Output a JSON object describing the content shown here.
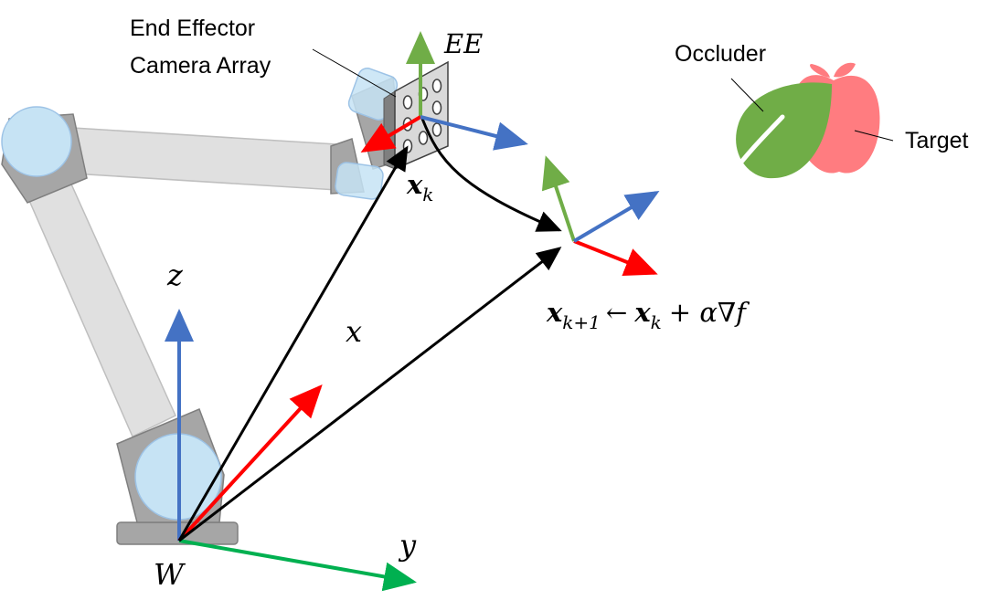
{
  "labels": {
    "end_effector_line1": "End Effector",
    "end_effector_line2": "Camera Array",
    "ee_frame": "EE",
    "occluder": "Occluder",
    "target": "Target",
    "z_axis": "z",
    "y_axis": "y",
    "x_axis": "x",
    "world_frame": "W",
    "x_k_base": "x",
    "x_k_sub": "k",
    "update_x1": "x",
    "update_sub1": "k+1",
    "update_arrow": "←",
    "update_x2": "x",
    "update_sub2": "k",
    "update_tail": "+ α∇f"
  },
  "colors": {
    "x_axis": "#ff0000",
    "y_axis": "#00b050",
    "z_axis": "#4472c4",
    "ee_z_axis": "#70ad47",
    "vector": "#000000",
    "robot_gray": "#a6a6a6",
    "robot_light": "#e0e0e0",
    "joint_blue": "#c6e3f4",
    "leaf": "#70ad47",
    "apple": "#ff7c80"
  }
}
